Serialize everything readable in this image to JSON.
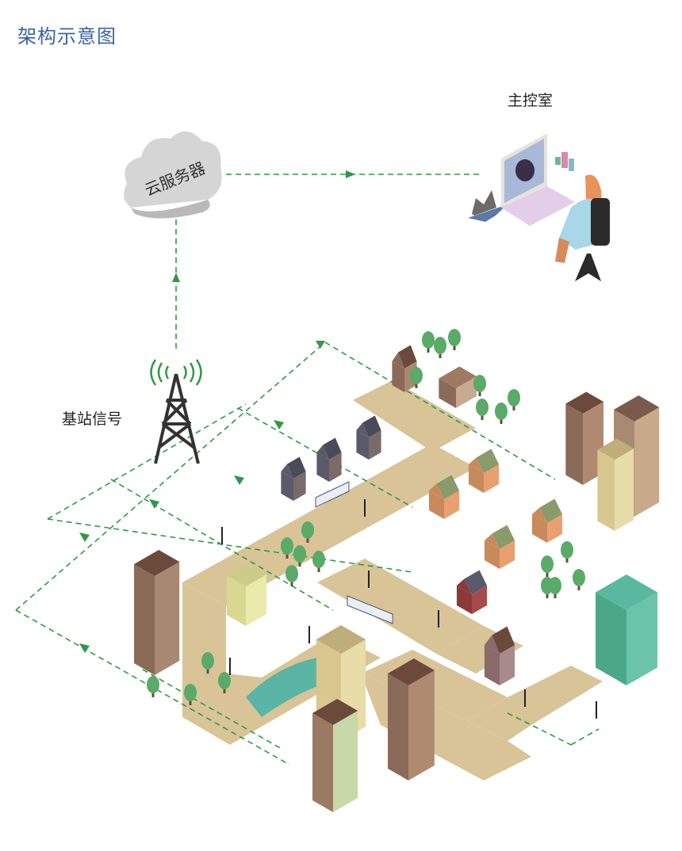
{
  "title": "架构示意图",
  "nodes": {
    "cloud_server": "云服务器",
    "control_room": "主控室",
    "base_station": "基站信号"
  },
  "colors": {
    "title": "#3c62a8",
    "flow_line": "#2e9a45",
    "road": "#d8c497",
    "tree": "#5aaa6a"
  }
}
